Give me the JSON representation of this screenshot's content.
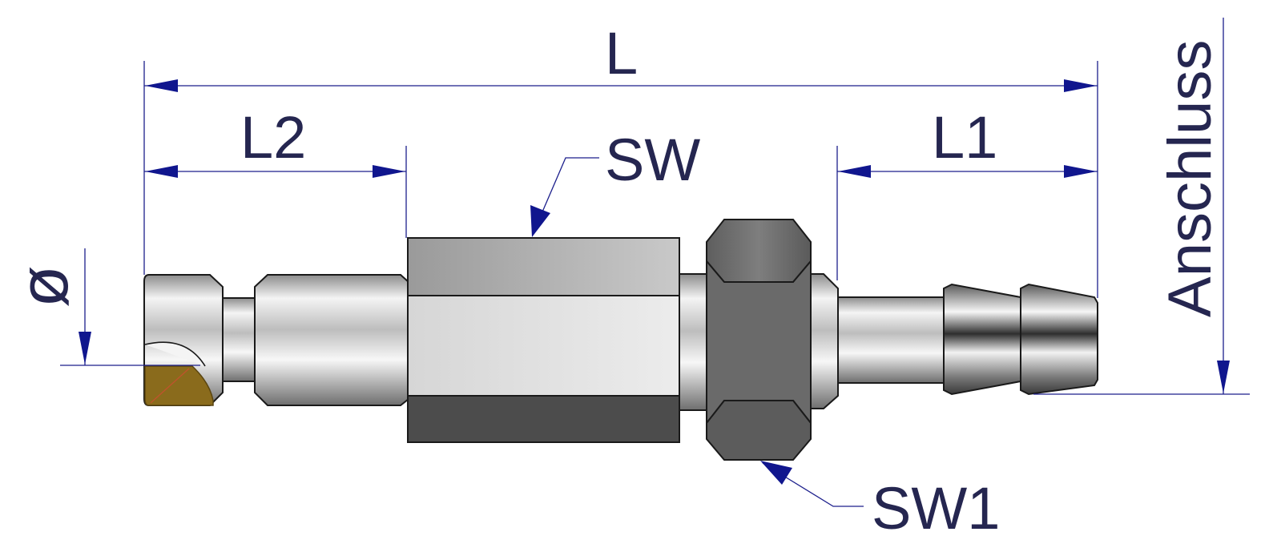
{
  "labels": {
    "L": "L",
    "L1": "L1",
    "L2": "L2",
    "SW": "SW",
    "SW1": "SW1",
    "diameter": "ø",
    "anschluss": "Anschluss"
  },
  "colors": {
    "dimension_line": "#1c1f8c",
    "arrow": "#10168e",
    "label_text": "#252650",
    "steel_light": "#e6e6e6",
    "steel_dark": "#4a4a4a",
    "brass": "#8a6b1c"
  }
}
